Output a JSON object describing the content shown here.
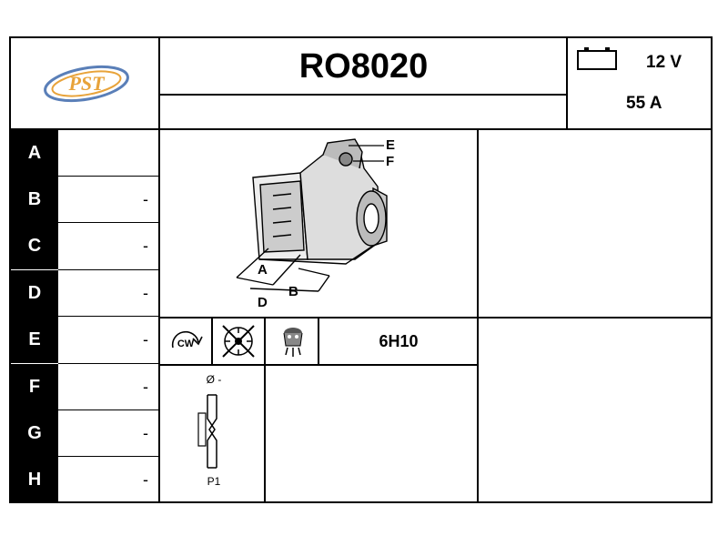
{
  "header": {
    "logo_text": "PST",
    "part_number": "RO8020",
    "voltage": "12 V",
    "amperage": "55 A",
    "battery_icon": "battery-icon"
  },
  "rows": [
    {
      "label": "A",
      "value": ""
    },
    {
      "label": "B",
      "value": "-"
    },
    {
      "label": "C",
      "value": "-"
    },
    {
      "label": "D",
      "value": "-"
    },
    {
      "label": "E",
      "value": "-"
    },
    {
      "label": "F",
      "value": "-"
    },
    {
      "label": "G",
      "value": "-"
    },
    {
      "label": "H",
      "value": "-"
    }
  ],
  "diagram": {
    "callouts": [
      "E",
      "F",
      "A",
      "B",
      "D"
    ]
  },
  "symbols": {
    "rotation": "CW",
    "code": "6H10"
  },
  "pulley": {
    "diameter": "Ø -",
    "type": "P1"
  },
  "colors": {
    "logo_orange": "#e8a33a",
    "logo_blue": "#5a7fb8"
  }
}
